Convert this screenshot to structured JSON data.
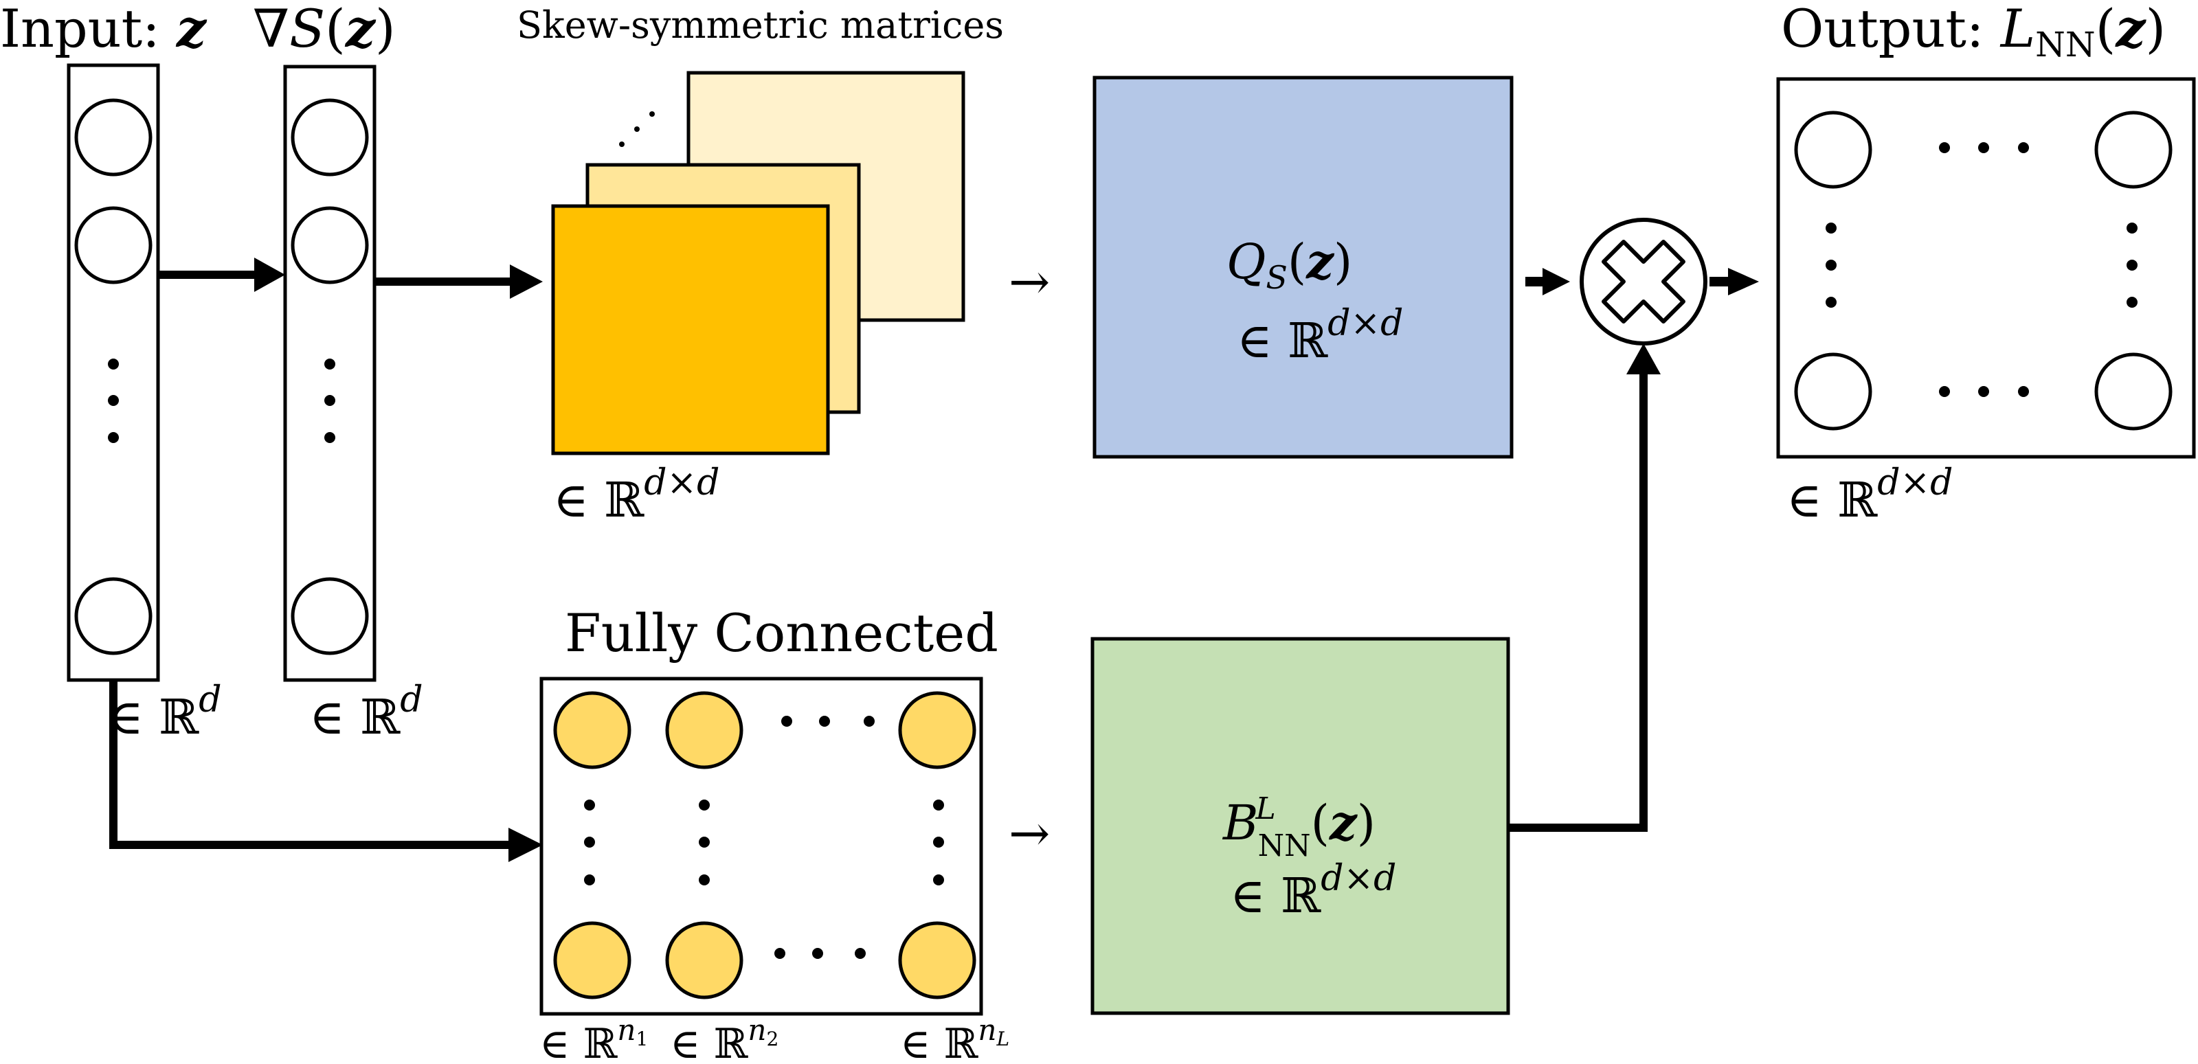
{
  "labels": {
    "input_prefix": "Input: ",
    "input_var": "z",
    "grad_prefix": "∇",
    "grad_func": "S",
    "grad_open": "(",
    "grad_var": "z",
    "grad_close": ")",
    "skew_title": "Skew-symmetric matrices",
    "output_prefix": "Output: ",
    "output_func": "L",
    "output_sub": "NN",
    "output_open": "(",
    "output_var": "z",
    "output_close": ")",
    "fully_connected": "Fully Connected",
    "arrow_glyph": "→"
  },
  "membership": {
    "in_symbol": "∈ ",
    "reals": "ℝ",
    "dim_d": "d",
    "dim_dxd": "d×d",
    "n1_base": "n",
    "n1_sub": "1",
    "n2_base": "n",
    "n2_sub": "2",
    "nL_base": "n",
    "nL_sub": "L"
  },
  "blocks": {
    "q_func": "Q",
    "q_sub": "S",
    "q_open": "(",
    "q_var": "z",
    "q_close": ")",
    "b_func": "B",
    "b_sup": "L",
    "b_sub": "NN",
    "b_open": "(",
    "b_var": "z",
    "b_close": ")"
  },
  "colors": {
    "q_block": "#b4c7e7",
    "b_block": "#c5e0b4",
    "skew_front": "#ffc000",
    "skew_mid": "#ffe699",
    "skew_back": "#fff2cc",
    "fc_node": "#ffd966",
    "stroke": "#000000"
  },
  "icons": {
    "multiply": "circled-times-icon"
  }
}
